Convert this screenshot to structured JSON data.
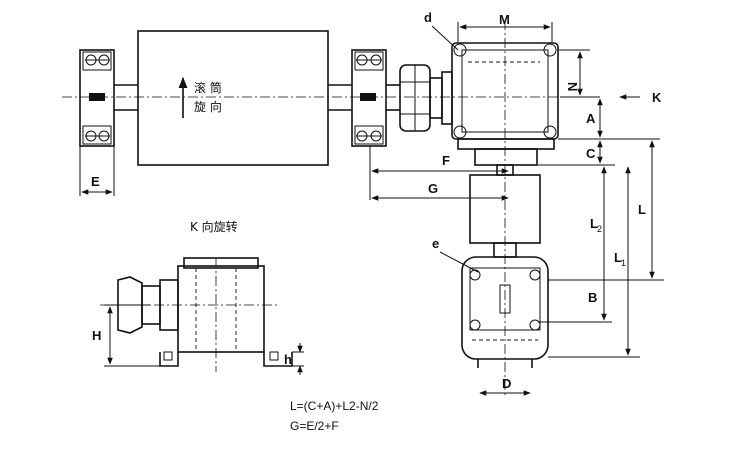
{
  "drum_label": {
    "line1": "滚 筒",
    "line2": "旋 向"
  },
  "view_title": "K 向旋转",
  "labels": {
    "d": "d",
    "M": "M",
    "N": "N",
    "K": "K",
    "A": "A",
    "C": "C",
    "F": "F",
    "G": "G",
    "E": "E",
    "L2": "L",
    "L2_sub": "2",
    "L1": "L",
    "L1_sub": "1",
    "L": "L",
    "B": "B",
    "D": "D",
    "e": "e",
    "H": "H",
    "h": "h"
  },
  "formulas": {
    "line1": "L=(C+A)+L2-N/2",
    "line2": "G=E/2+F"
  }
}
